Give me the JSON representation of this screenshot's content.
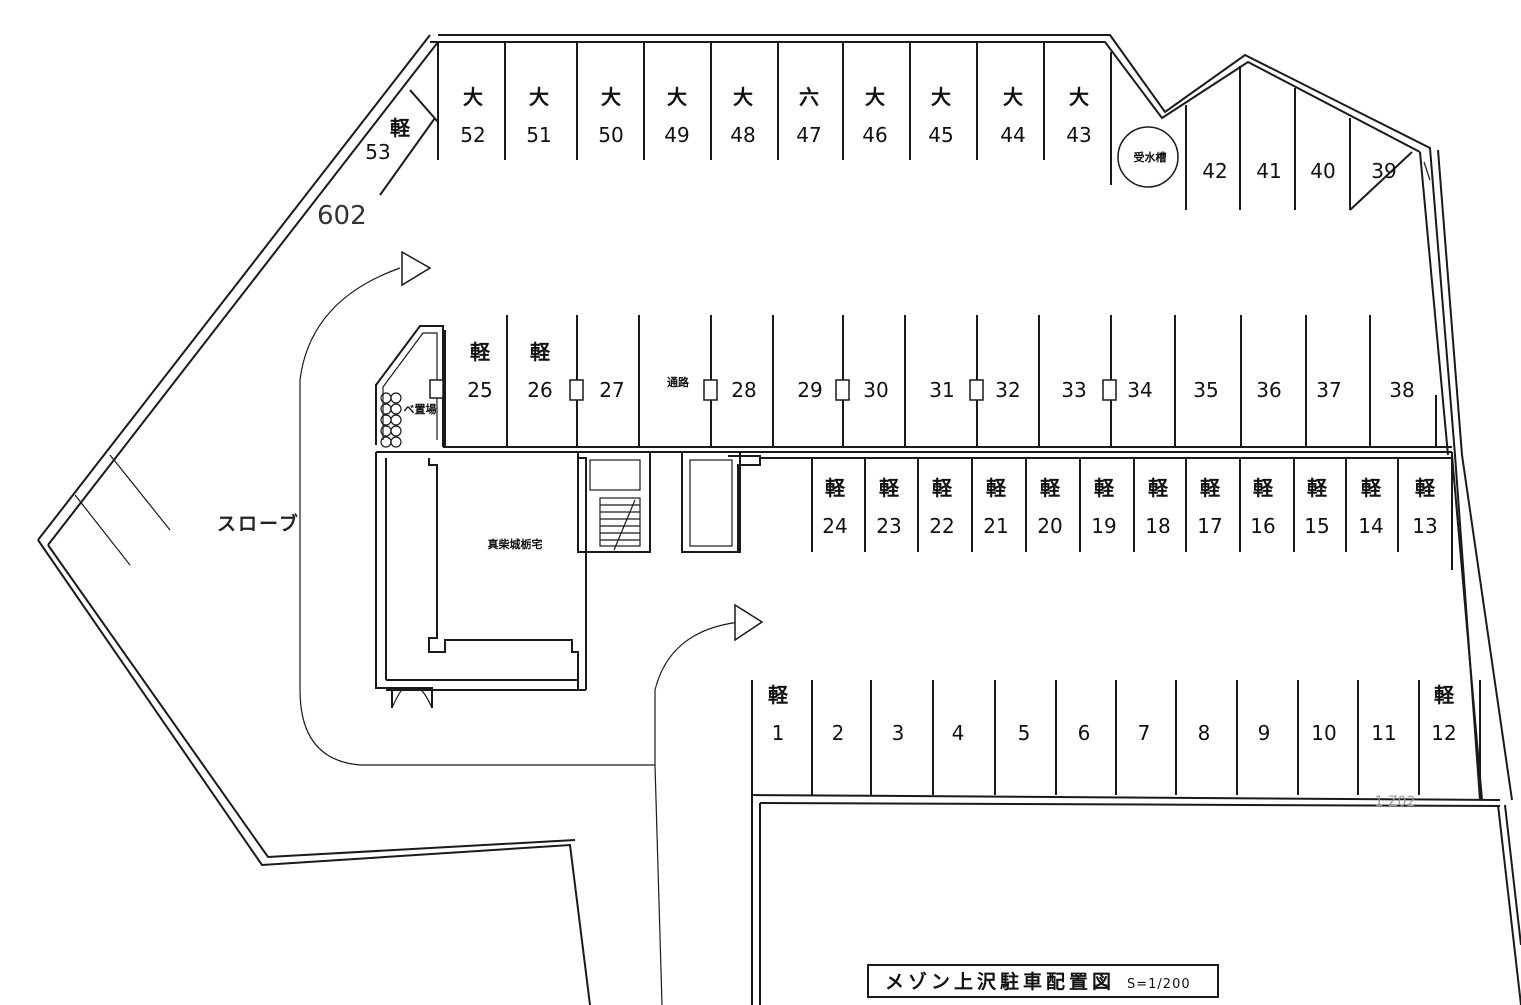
{
  "title": {
    "main": "メゾン上沢駐車配置図",
    "scale": "S=1/200"
  },
  "labels": {
    "slope": "スローブ",
    "lot_code": "602",
    "tank": "受水槽",
    "building": "真柴城栃宅",
    "passage": "通路",
    "gas": "ベ置場",
    "faint_mark": "1 Z02"
  },
  "spaces": [
    {
      "n": "1",
      "tag": "軽"
    },
    {
      "n": "2",
      "tag": ""
    },
    {
      "n": "3",
      "tag": ""
    },
    {
      "n": "4",
      "tag": ""
    },
    {
      "n": "5",
      "tag": ""
    },
    {
      "n": "6",
      "tag": ""
    },
    {
      "n": "7",
      "tag": ""
    },
    {
      "n": "8",
      "tag": ""
    },
    {
      "n": "9",
      "tag": ""
    },
    {
      "n": "10",
      "tag": ""
    },
    {
      "n": "11",
      "tag": ""
    },
    {
      "n": "12",
      "tag": "軽"
    },
    {
      "n": "13",
      "tag": "軽"
    },
    {
      "n": "14",
      "tag": "軽"
    },
    {
      "n": "15",
      "tag": "軽"
    },
    {
      "n": "16",
      "tag": "軽"
    },
    {
      "n": "17",
      "tag": "軽"
    },
    {
      "n": "18",
      "tag": "軽"
    },
    {
      "n": "19",
      "tag": "軽"
    },
    {
      "n": "20",
      "tag": "軽"
    },
    {
      "n": "21",
      "tag": "軽"
    },
    {
      "n": "22",
      "tag": "軽"
    },
    {
      "n": "23",
      "tag": "軽"
    },
    {
      "n": "24",
      "tag": "軽"
    },
    {
      "n": "25",
      "tag": "軽"
    },
    {
      "n": "26",
      "tag": "軽"
    },
    {
      "n": "27",
      "tag": ""
    },
    {
      "n": "28",
      "tag": ""
    },
    {
      "n": "29",
      "tag": ""
    },
    {
      "n": "30",
      "tag": ""
    },
    {
      "n": "31",
      "tag": ""
    },
    {
      "n": "32",
      "tag": ""
    },
    {
      "n": "33",
      "tag": ""
    },
    {
      "n": "34",
      "tag": ""
    },
    {
      "n": "35",
      "tag": ""
    },
    {
      "n": "36",
      "tag": ""
    },
    {
      "n": "37",
      "tag": ""
    },
    {
      "n": "38",
      "tag": ""
    },
    {
      "n": "39",
      "tag": ""
    },
    {
      "n": "40",
      "tag": ""
    },
    {
      "n": "41",
      "tag": ""
    },
    {
      "n": "42",
      "tag": ""
    },
    {
      "n": "43",
      "tag": "大"
    },
    {
      "n": "44",
      "tag": "大"
    },
    {
      "n": "45",
      "tag": "大"
    },
    {
      "n": "46",
      "tag": "大"
    },
    {
      "n": "47",
      "tag": "六"
    },
    {
      "n": "48",
      "tag": "大"
    },
    {
      "n": "49",
      "tag": "大"
    },
    {
      "n": "50",
      "tag": "大"
    },
    {
      "n": "51",
      "tag": "大"
    },
    {
      "n": "52",
      "tag": "大"
    },
    {
      "n": "53",
      "tag": "軽"
    }
  ]
}
